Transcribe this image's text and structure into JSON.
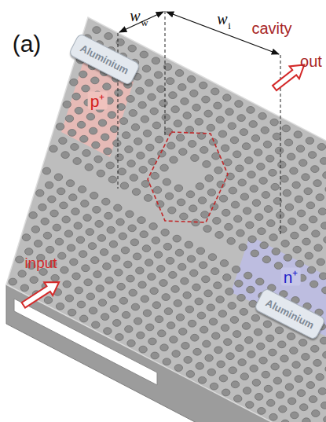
{
  "diagram": {
    "nodes": [
      {
        "text": [
          "Aluminium"
        ]
      },
      {
        "text": [
          "Aluminium"
        ]
      }
    ],
    "labels": [
      "(a)",
      "w",
      "w",
      "w",
      "i",
      "cavity",
      "out",
      "p⁺",
      "n⁺",
      "input"
    ]
  }
}
